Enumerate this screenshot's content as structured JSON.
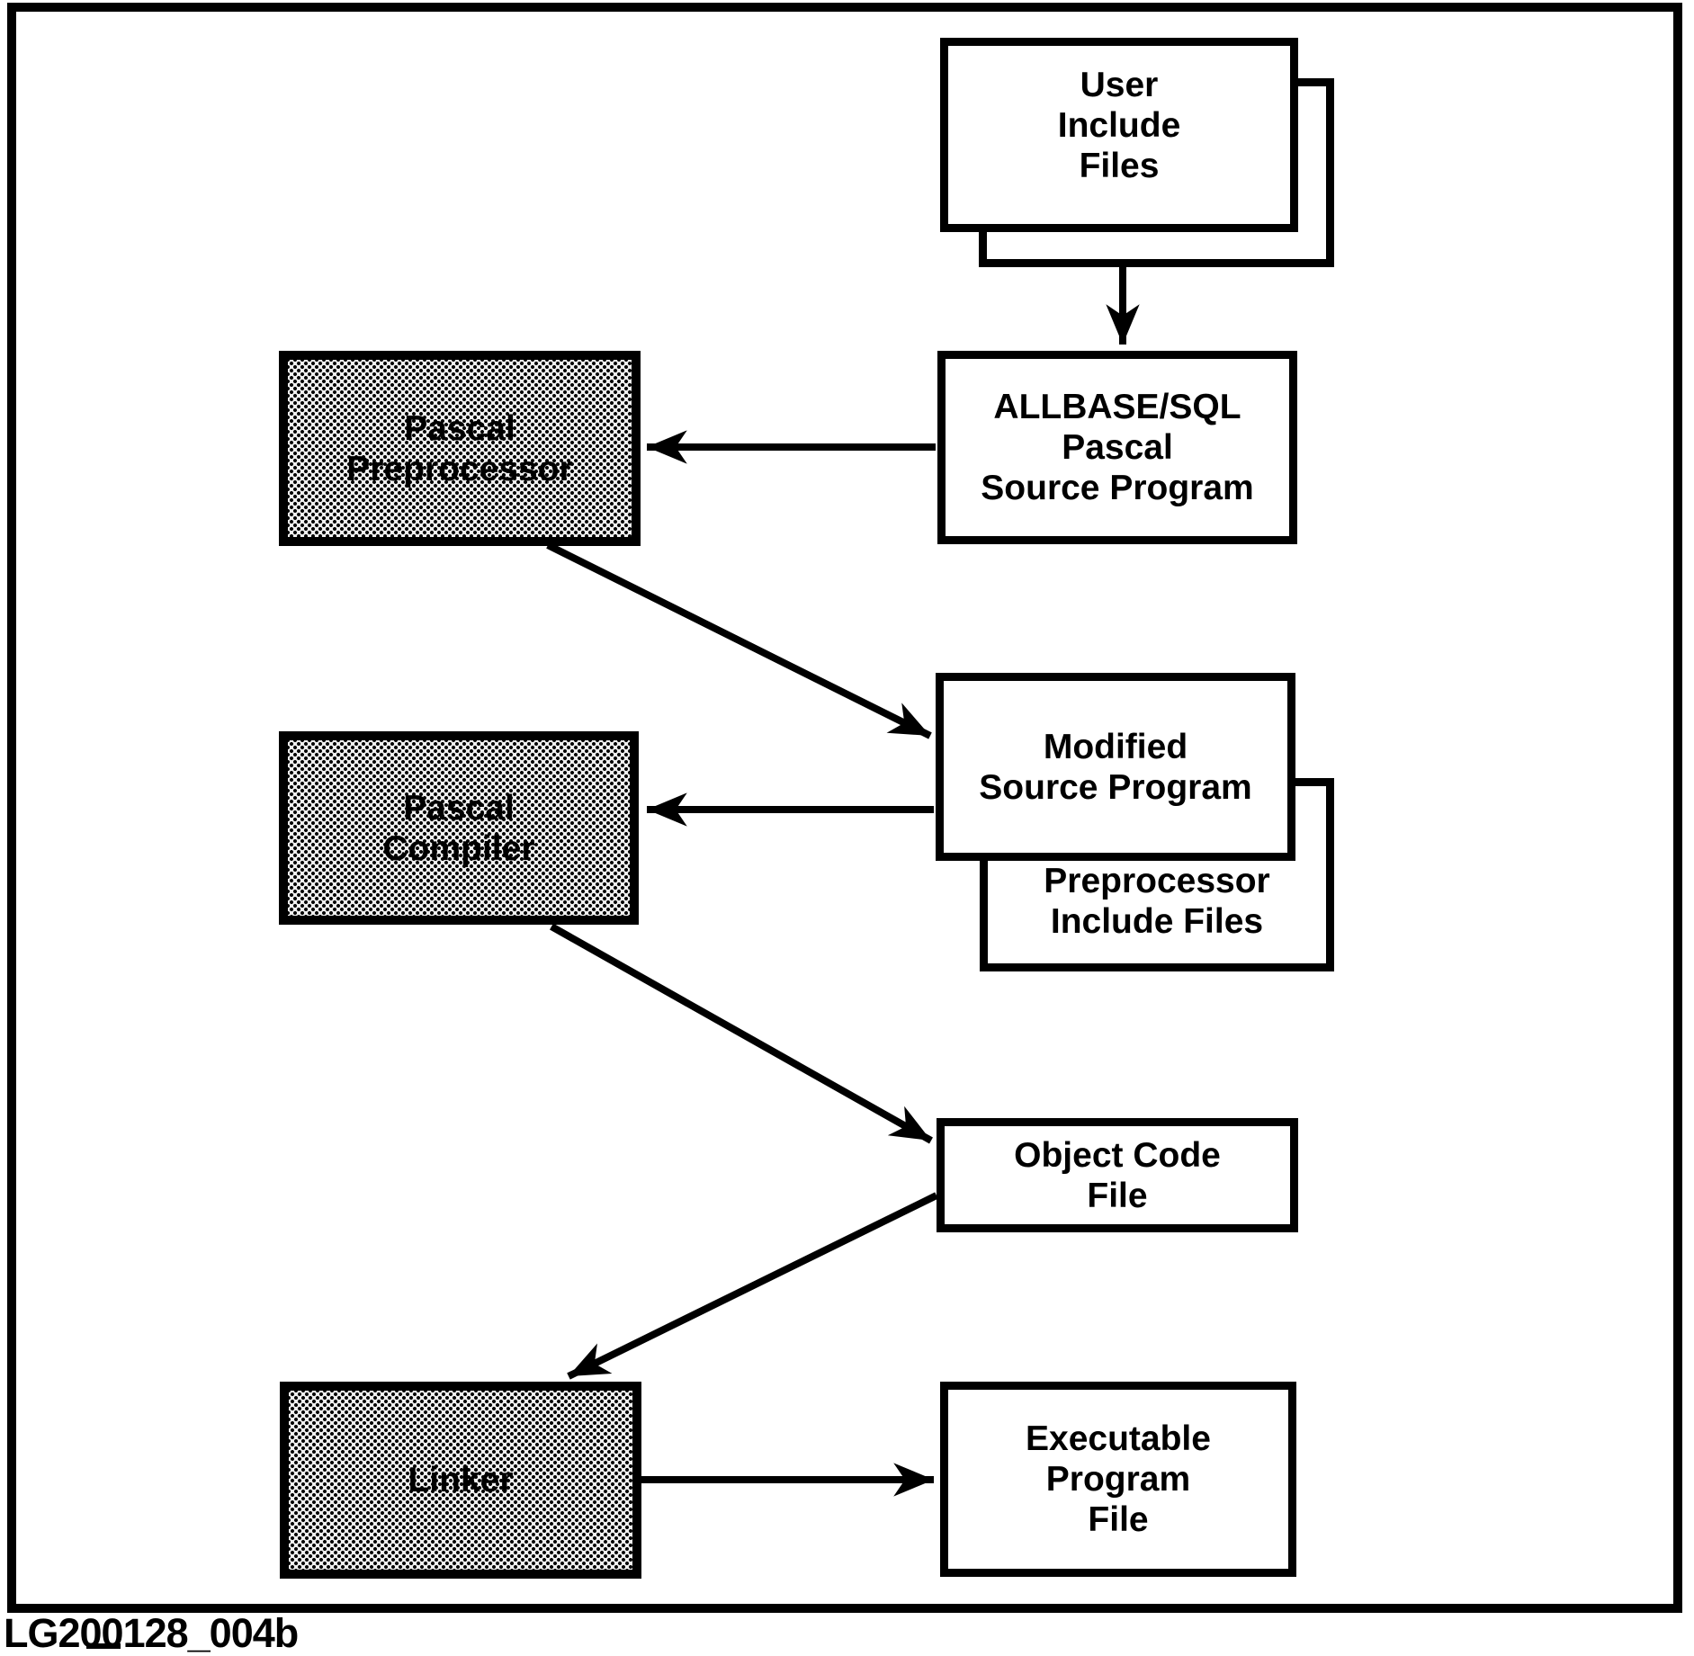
{
  "figure": {
    "id_label": "LG200128_004b",
    "background": "#ffffff",
    "ink": "#000000",
    "shaded_fill": "#efefef",
    "type": "flowchart"
  },
  "nodes": {
    "user_include_files": {
      "label": "User\nInclude\nFiles",
      "shape": "stacked-file-box",
      "shaded": false
    },
    "allbase_pascal_source": {
      "label": "ALLBASE/SQL\nPascal\nSource Program",
      "shape": "box",
      "shaded": false
    },
    "pascal_preprocessor": {
      "label": "Pascal\nPreprocessor",
      "shape": "box",
      "shaded": true
    },
    "modified_source_program": {
      "label": "Modified\nSource Program",
      "shape": "box",
      "shaded": false
    },
    "preprocessor_include_files": {
      "label": "Preprocessor\nInclude Files",
      "shape": "box",
      "shaded": false
    },
    "pascal_compiler": {
      "label": "Pascal\nCompiler",
      "shape": "box",
      "shaded": true
    },
    "object_code_file": {
      "label": "Object Code\nFile",
      "shape": "box",
      "shaded": false
    },
    "linker": {
      "label": "Linker",
      "shape": "box",
      "shaded": true
    },
    "executable_program_file": {
      "label": "Executable\nProgram\nFile",
      "shape": "box",
      "shaded": false
    }
  },
  "edges": [
    {
      "from": "user_include_files",
      "to": "allbase_pascal_source",
      "direction": "down"
    },
    {
      "from": "allbase_pascal_source",
      "to": "pascal_preprocessor",
      "direction": "left"
    },
    {
      "from": "pascal_preprocessor",
      "to": "modified_source_program",
      "direction": "down-right"
    },
    {
      "from": "modified_source_program",
      "to": "pascal_compiler",
      "direction": "left"
    },
    {
      "from": "pascal_compiler",
      "to": "object_code_file",
      "direction": "down-right"
    },
    {
      "from": "object_code_file",
      "to": "linker",
      "direction": "down-left"
    },
    {
      "from": "linker",
      "to": "executable_program_file",
      "direction": "right"
    }
  ]
}
